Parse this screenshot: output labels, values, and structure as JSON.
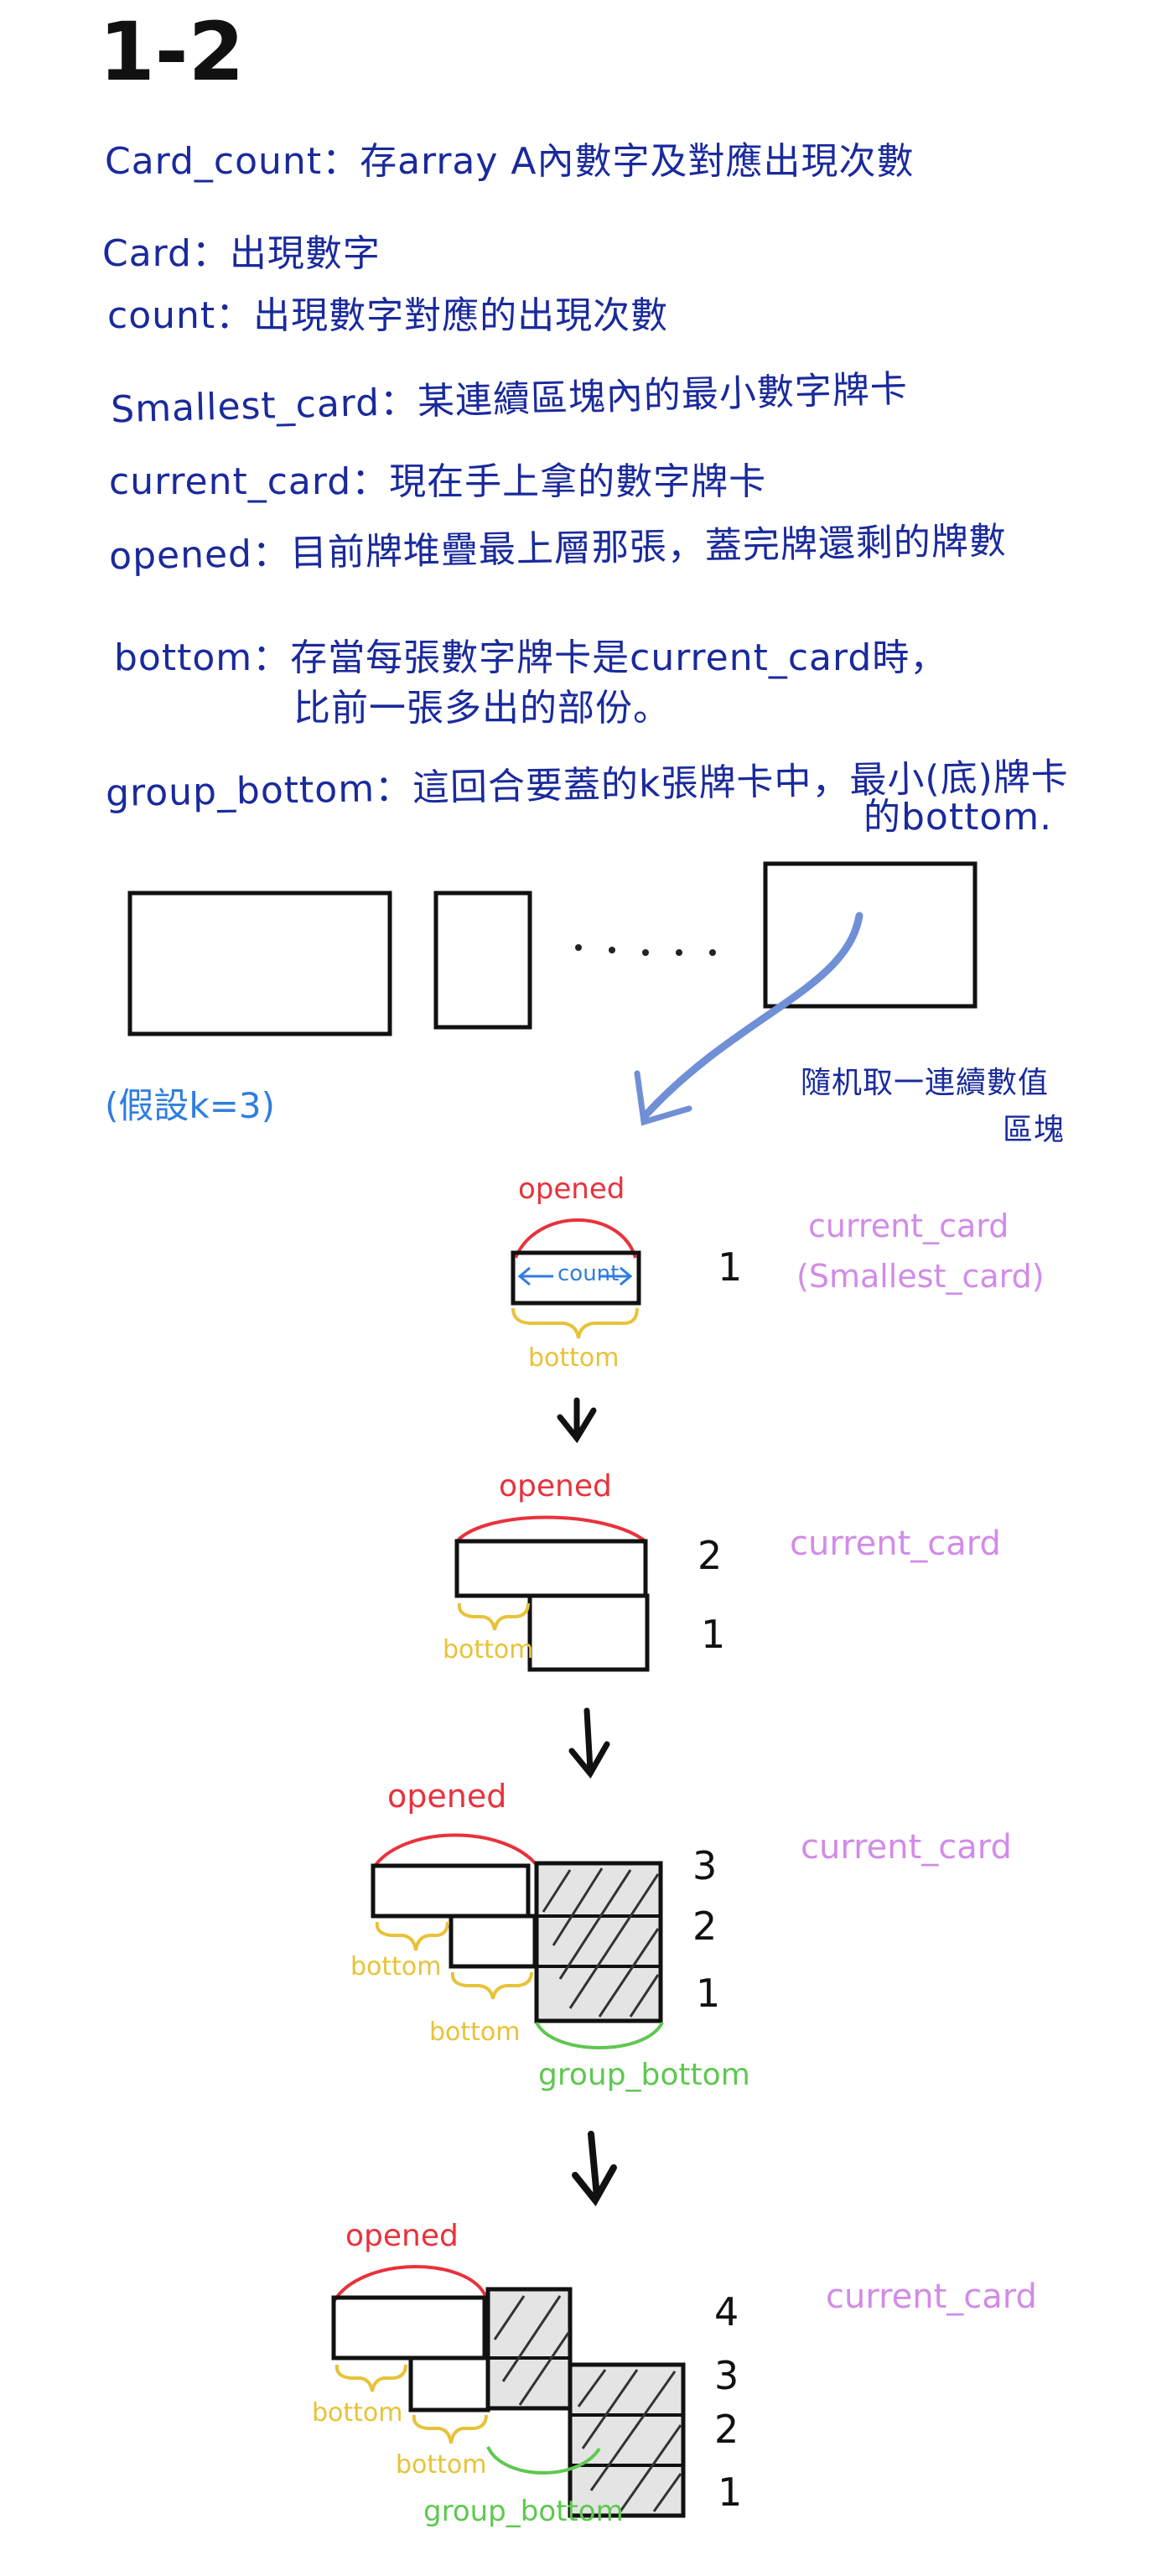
{
  "title": "1-2",
  "definitions": [
    "Card_count：存array A內數字及對應出現次數",
    "Card：出現數字",
    "count：出現數字對應的出現次數",
    "Smallest_card：某連續區塊內的最小數字牌卡",
    "current_card：現在手上拿的數字牌卡",
    "opened：目前牌堆疊最上層那張，蓋完牌還剩的牌數",
    "bottom：存當每張數字牌卡是current_card時，",
    "比前一張多出的部份。",
    "group_bottom：這回合要蓋的k張牌卡中，最小(底)牌卡",
    "的bottom."
  ],
  "assumption": "(假設k=3)",
  "random_note": [
    "隨机取一連續數值",
    "區塊"
  ],
  "labels": {
    "opened": "opened",
    "count": "count",
    "bottom": "bottom",
    "group_bottom": "group_bottom",
    "group_bottom_2": "group_bottom",
    "current_card": "current_card",
    "smallest_card": "(Smallest_card)"
  },
  "numbers": [
    "1",
    "2",
    "1",
    "3",
    "2",
    "1",
    "4",
    "3",
    "2",
    "1"
  ],
  "colors": {
    "definitions": "#1a2a9c",
    "opened": "#e8323c",
    "bottom": "#e8c238",
    "group_bottom": "#5ec84f",
    "current_card": "#d28be8",
    "count": "#2f7de0"
  }
}
